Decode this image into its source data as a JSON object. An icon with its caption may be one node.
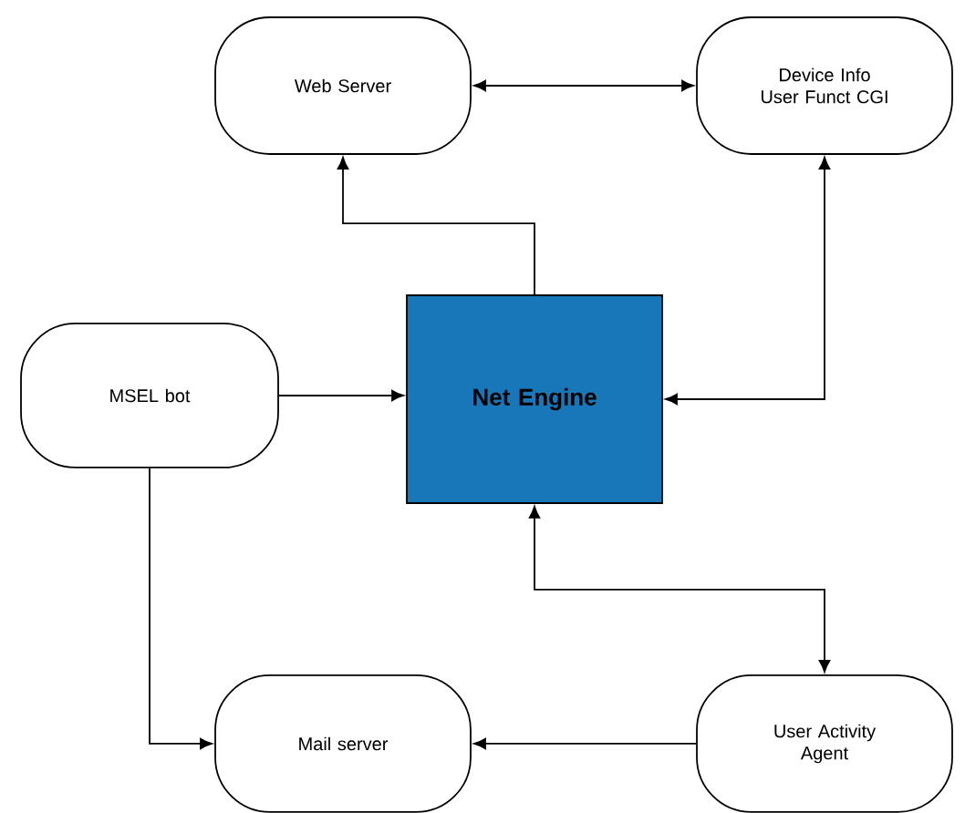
{
  "diagram": {
    "nodes": [
      {
        "text": [
          "Web Server"
        ]
      },
      {
        "text": [
          "Device Info User Funct CGI"
        ]
      },
      {
        "text": [
          "MSEL bot"
        ]
      },
      {
        "text": [
          "Net Engine"
        ]
      },
      {
        "text": [
          "Mail server"
        ]
      },
      {
        "text": [
          "User Activity Agent"
        ]
      }
    ],
    "edges": [
      {
        "from": 0,
        "to": 1,
        "arrow": "both"
      },
      {
        "from": 3,
        "to": 0,
        "arrow": "to"
      },
      {
        "from": 3,
        "to": 1,
        "arrow": "both"
      },
      {
        "from": 2,
        "to": 3,
        "arrow": "to"
      },
      {
        "from": 2,
        "to": 4,
        "arrow": "to"
      },
      {
        "from": 3,
        "to": 5,
        "arrow": "both"
      },
      {
        "from": 5,
        "to": 4,
        "arrow": "to"
      }
    ]
  }
}
